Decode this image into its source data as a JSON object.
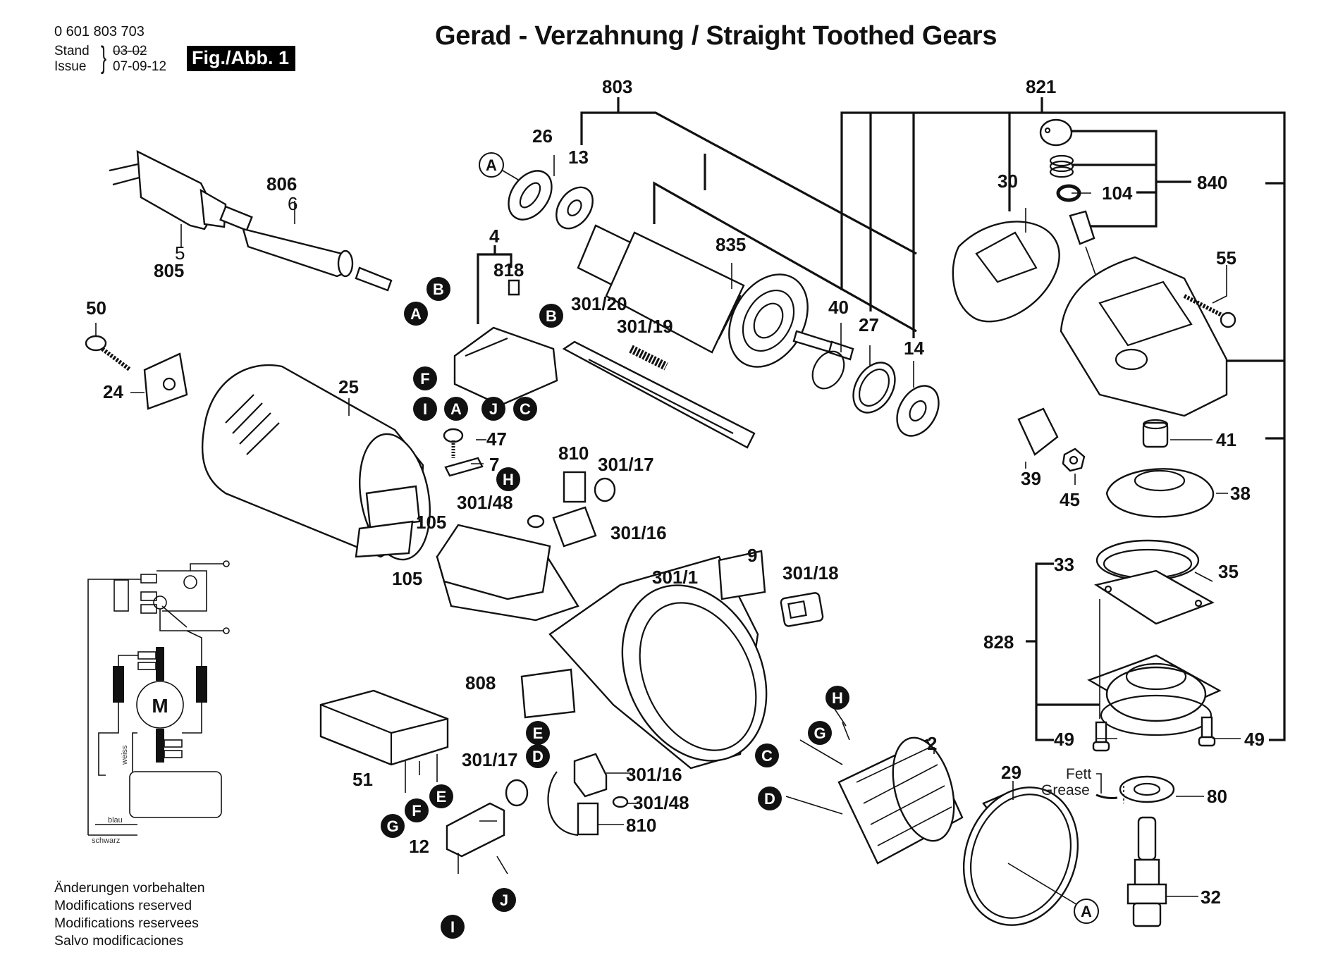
{
  "header": {
    "part_number": "0 601 803 703",
    "stand_label": "Stand",
    "issue_label": "Issue",
    "old_date": "03-02",
    "issue_date": "07-09-12",
    "figure_badge": "Fig./Abb. 1",
    "title": "Gerad - Verzahnung / Straight Toothed Gears"
  },
  "footer_notes": [
    "Änderungen vorbehalten",
    "Modifications reserved",
    "Modifications reservees",
    "Salvo modificaciones"
  ],
  "part_labels": {
    "p803": "803",
    "p821": "821",
    "p26": "26",
    "p13": "13",
    "p806": "806",
    "p6": "6",
    "p5": "5",
    "p805": "805",
    "p4": "4",
    "p818": "818",
    "p835": "835",
    "p30": "30",
    "p840": "840",
    "p104": "104",
    "p55": "55",
    "p50": "50",
    "p24": "24",
    "p25": "25",
    "p301_20": "301/20",
    "p301_19": "301/19",
    "p40": "40",
    "p27": "27",
    "p14": "14",
    "p47": "47",
    "p7": "7",
    "p810a": "810",
    "p301_17a": "301/17",
    "p301_48a": "301/48",
    "p301_16a": "301/16",
    "p105a": "105",
    "p105b": "105",
    "p39": "39",
    "p45": "45",
    "p41": "41",
    "p38": "38",
    "p9": "9",
    "p301_18": "301/18",
    "p301_1": "301/1",
    "p33": "33",
    "p35": "35",
    "p828": "828",
    "p49a": "49",
    "p49b": "49",
    "p808": "808",
    "p51": "51",
    "p2": "2",
    "p29": "29",
    "p80": "80",
    "p32": "32",
    "p301_17b": "301/17",
    "p301_16b": "301/16",
    "p301_48b": "301/48",
    "p810b": "810",
    "p12": "12"
  },
  "grease_note": {
    "line1": "Fett",
    "line2": "Grease"
  },
  "wiring": {
    "motor_label": "M",
    "wire_white": "weiss",
    "wire_blue": "blau",
    "wire_black": "schwarz"
  },
  "callouts": [
    {
      "letter": "A",
      "style": "outline"
    },
    {
      "letter": "B",
      "style": "filled"
    },
    {
      "letter": "A",
      "style": "filled"
    },
    {
      "letter": "B",
      "style": "filled"
    },
    {
      "letter": "F",
      "style": "filled"
    },
    {
      "letter": "I",
      "style": "filled"
    },
    {
      "letter": "A",
      "style": "filled"
    },
    {
      "letter": "J",
      "style": "filled"
    },
    {
      "letter": "C",
      "style": "filled"
    },
    {
      "letter": "H",
      "style": "filled"
    },
    {
      "letter": "H",
      "style": "filled"
    },
    {
      "letter": "G",
      "style": "filled"
    },
    {
      "letter": "C",
      "style": "filled"
    },
    {
      "letter": "D",
      "style": "filled"
    },
    {
      "letter": "E",
      "style": "filled"
    },
    {
      "letter": "D",
      "style": "filled"
    },
    {
      "letter": "G",
      "style": "filled"
    },
    {
      "letter": "F",
      "style": "filled"
    },
    {
      "letter": "E",
      "style": "filled"
    },
    {
      "letter": "J",
      "style": "filled"
    },
    {
      "letter": "I",
      "style": "filled"
    },
    {
      "letter": "A",
      "style": "outline"
    }
  ]
}
